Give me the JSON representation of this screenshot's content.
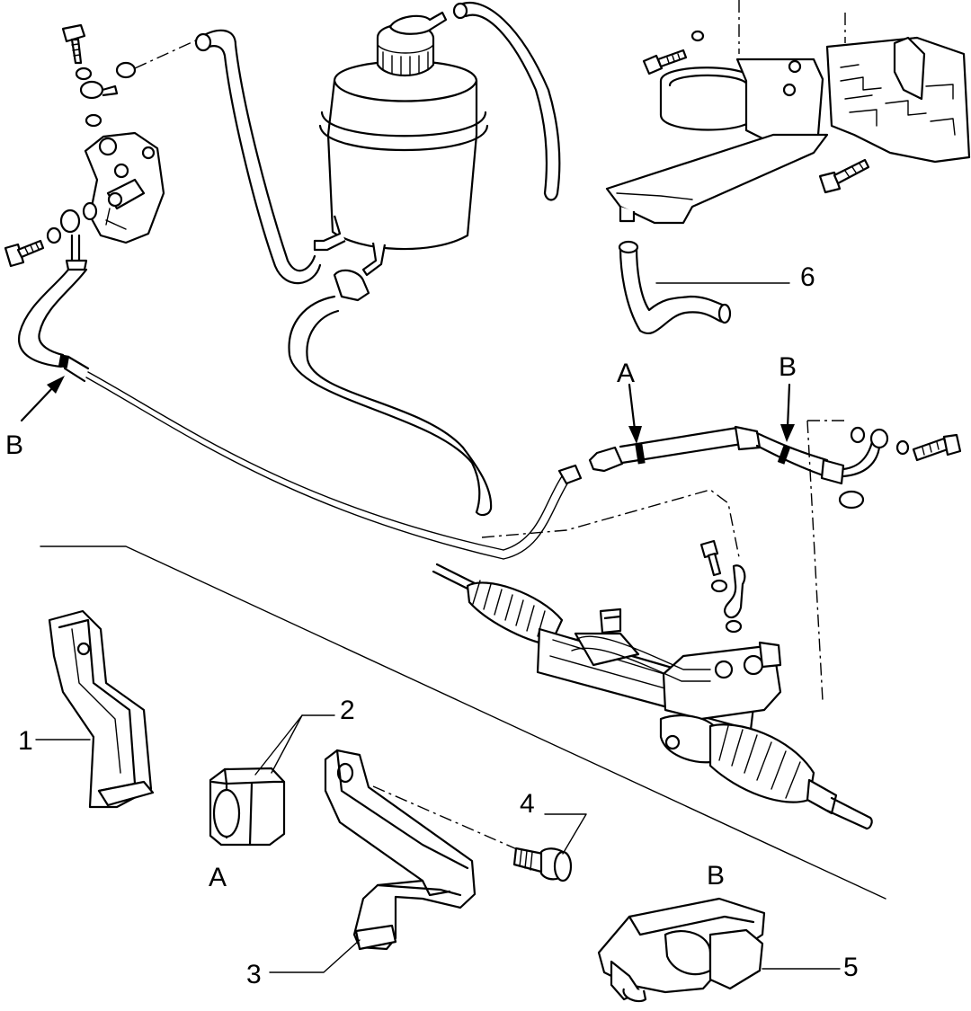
{
  "diagram": {
    "callouts": {
      "c1": "1",
      "c2": "2",
      "c3": "3",
      "c4": "4",
      "c5": "5",
      "c6": "6"
    },
    "markers": {
      "a_top": "A",
      "b_top": "B",
      "b_left": "B",
      "a_detail": "A",
      "b_detail": "B"
    }
  }
}
